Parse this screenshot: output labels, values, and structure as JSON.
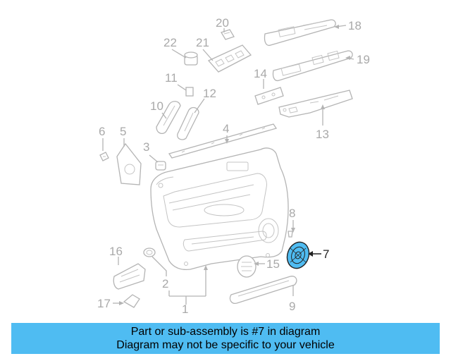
{
  "diagram": {
    "highlight_color": "#4fbcf2",
    "callouts": [
      {
        "id": "1",
        "label": "1"
      },
      {
        "id": "2",
        "label": "2"
      },
      {
        "id": "3",
        "label": "3"
      },
      {
        "id": "4",
        "label": "4"
      },
      {
        "id": "5",
        "label": "5"
      },
      {
        "id": "6",
        "label": "6"
      },
      {
        "id": "7",
        "label": "7",
        "highlighted": true
      },
      {
        "id": "8",
        "label": "8"
      },
      {
        "id": "9",
        "label": "9"
      },
      {
        "id": "10",
        "label": "10"
      },
      {
        "id": "11",
        "label": "11"
      },
      {
        "id": "12",
        "label": "12"
      },
      {
        "id": "13",
        "label": "13"
      },
      {
        "id": "14",
        "label": "14"
      },
      {
        "id": "15",
        "label": "15"
      },
      {
        "id": "16",
        "label": "16"
      },
      {
        "id": "17",
        "label": "17"
      },
      {
        "id": "18",
        "label": "18"
      },
      {
        "id": "19",
        "label": "19"
      },
      {
        "id": "20",
        "label": "20"
      },
      {
        "id": "21",
        "label": "21"
      },
      {
        "id": "22",
        "label": "22"
      }
    ]
  },
  "banner": {
    "line1": "Part or sub-assembly is #7 in diagram",
    "line2": "Diagram may not be specific to your vehicle",
    "background": "#4fbcf2"
  }
}
